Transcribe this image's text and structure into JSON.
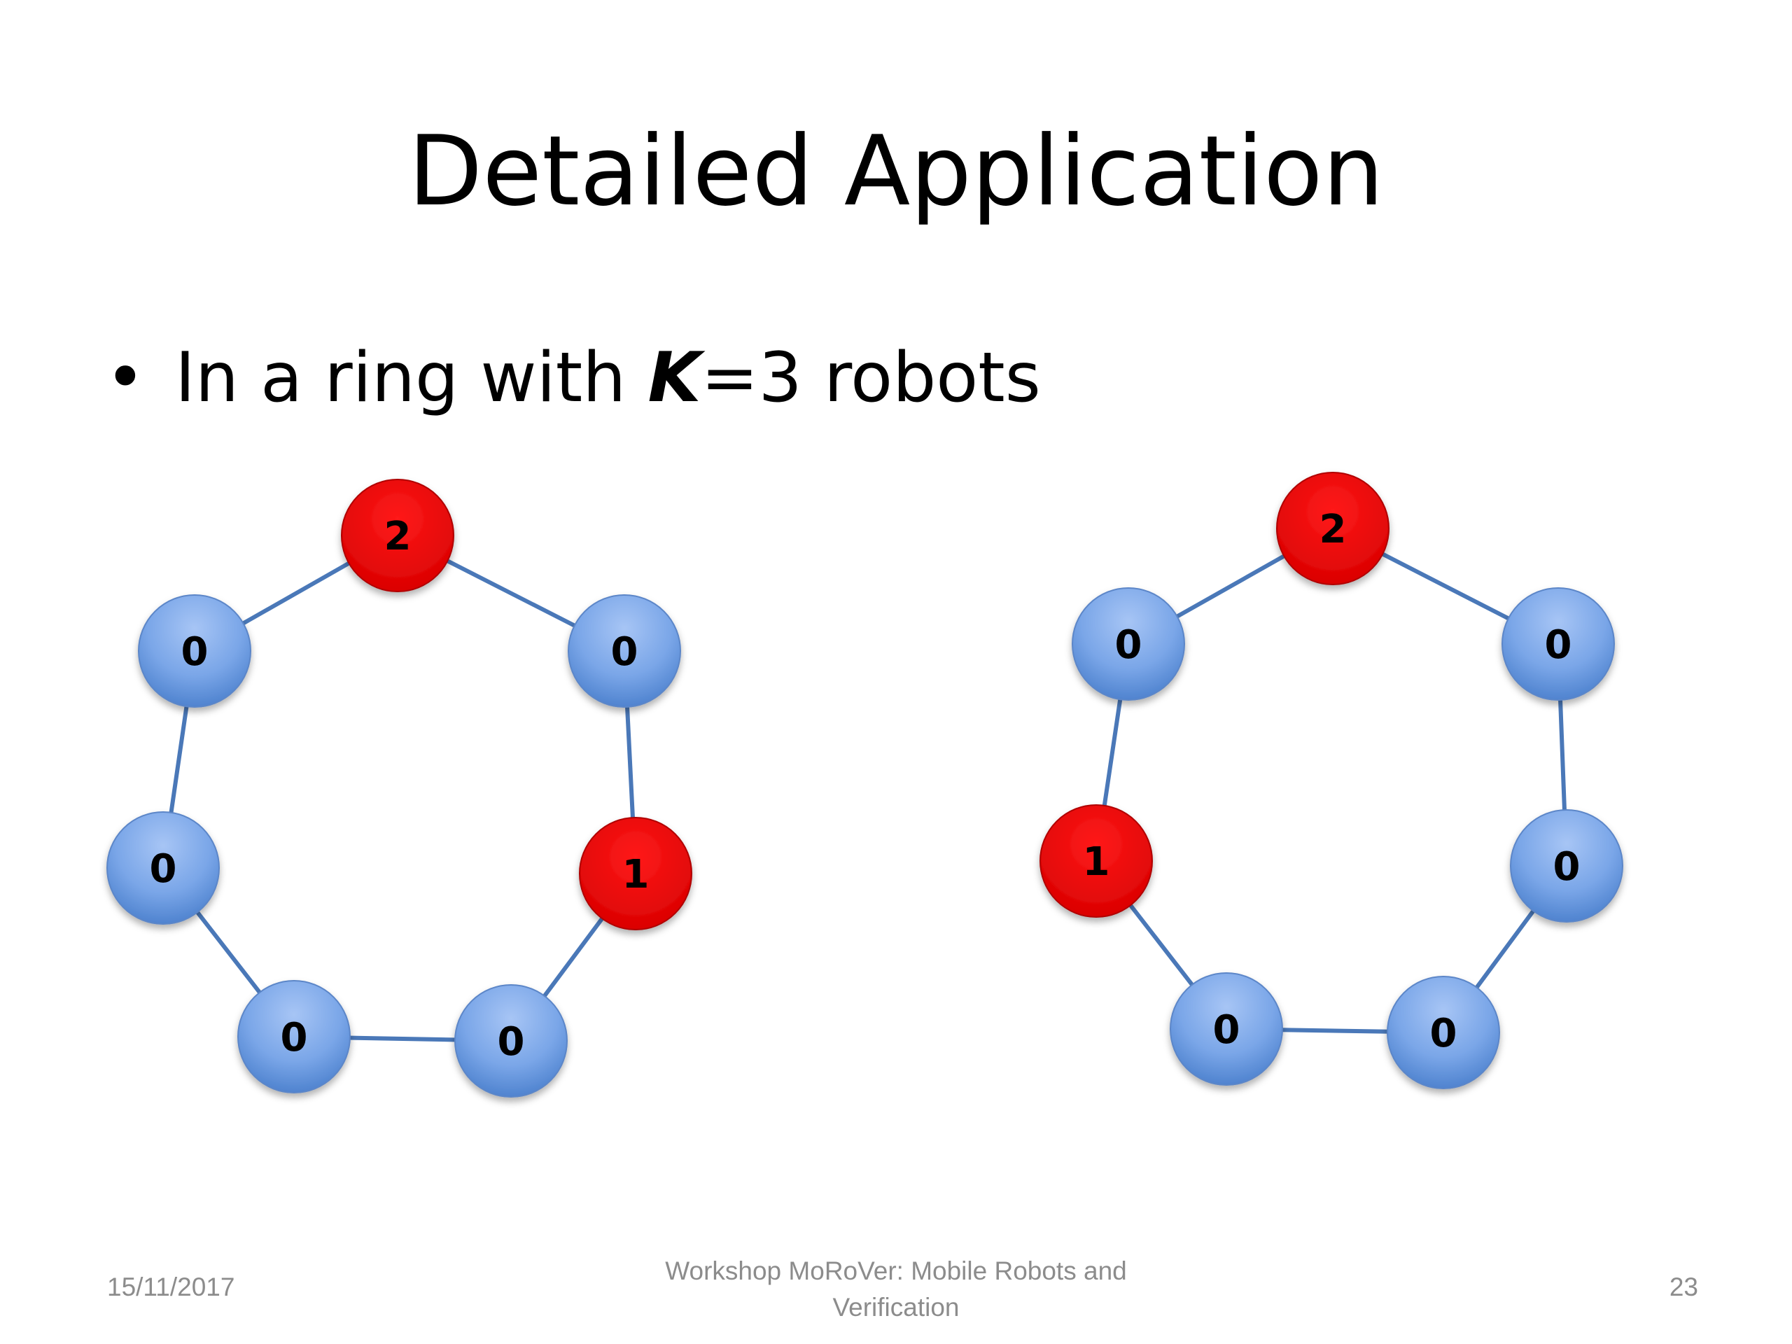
{
  "slide": {
    "title": "Detailed Application",
    "bullet": {
      "symbol": "•",
      "prefix": "In a ring with ",
      "var": "K",
      "suffix": "=3 robots"
    }
  },
  "colors": {
    "robot_fill": "#e00000",
    "empty_fill": "#6e9be0",
    "edge": "#4a78b8",
    "footer_text": "#8c8c8c"
  },
  "diagrams": [
    {
      "name": "ring-left",
      "nodes": [
        {
          "label": "2",
          "robot": true
        },
        {
          "label": "0",
          "robot": false
        },
        {
          "label": "1",
          "robot": true
        },
        {
          "label": "0",
          "robot": false
        },
        {
          "label": "0",
          "robot": false
        },
        {
          "label": "0",
          "robot": false
        },
        {
          "label": "0",
          "robot": false
        }
      ]
    },
    {
      "name": "ring-right",
      "nodes": [
        {
          "label": "2",
          "robot": true
        },
        {
          "label": "0",
          "robot": false
        },
        {
          "label": "0",
          "robot": false
        },
        {
          "label": "0",
          "robot": false
        },
        {
          "label": "0",
          "robot": false
        },
        {
          "label": "1",
          "robot": true
        },
        {
          "label": "0",
          "robot": false
        }
      ]
    }
  ],
  "footer": {
    "date": "15/11/2017",
    "center_line1": "Workshop MoRoVer: Mobile Robots and",
    "center_line2": "Verification",
    "page": "23"
  }
}
